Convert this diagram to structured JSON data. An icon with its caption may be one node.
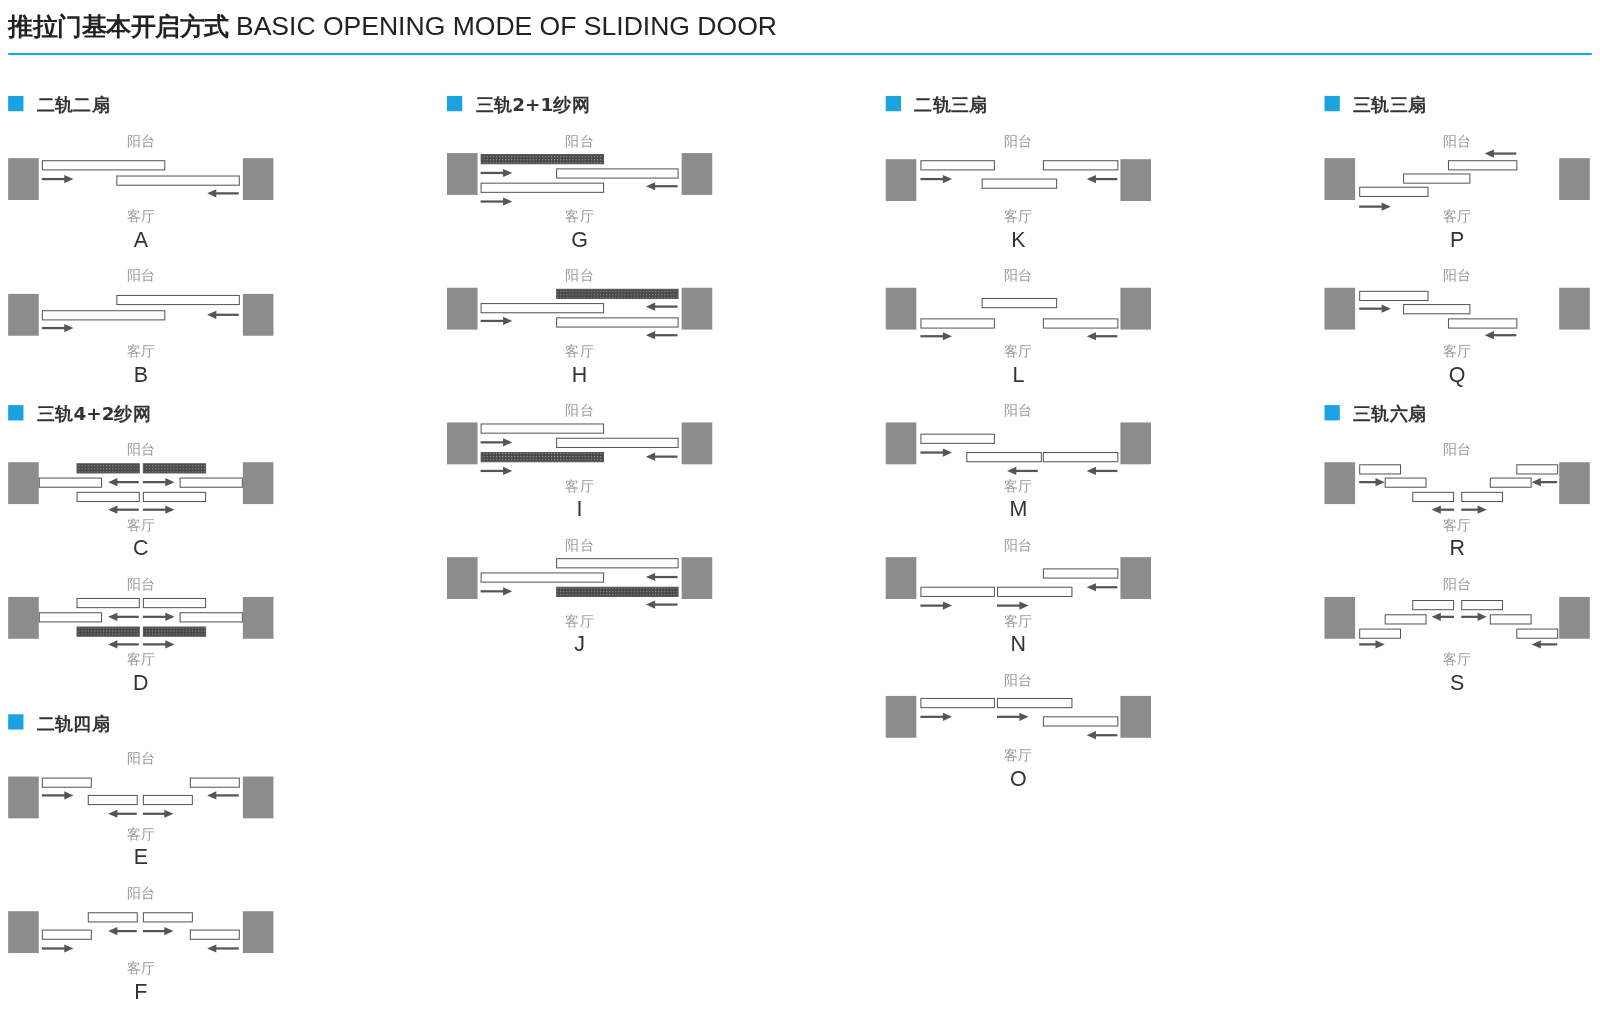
{
  "diagram": {
    "title": "**推拉门基本开启方式** BASIC OPENING MODE OF SLIDING DOOR",
    "labels": [
      "二轨二扇",
      "阳台",
      "客厅",
      "A",
      "阳台",
      "客厅",
      "B",
      "三轨4+2纱网",
      "阳台",
      "客厅",
      "C",
      "阳台",
      "客厅",
      "D",
      "二轨四扇",
      "阳台",
      "客厅",
      "E",
      "阳台",
      "客厅",
      "F",
      "三轨2+1纱网",
      "阳台",
      "客厅",
      "G",
      "阳台",
      "客厅",
      "H",
      "阳台",
      "客厅",
      "I",
      "阳台",
      "客厅",
      "J",
      "二轨三扇",
      "阳台",
      "客厅",
      "K",
      "阳台",
      "客厅",
      "L",
      "阳台",
      "客厅",
      "M",
      "阳台",
      "客厅",
      "N",
      "阳台",
      "客厅",
      "O",
      "三轨三扇",
      "阳台",
      "客厅",
      "P",
      "阳台",
      "客厅",
      "Q",
      "三轨六扇",
      "阳台",
      "客厅",
      "R",
      "阳台",
      "客厅",
      "S"
    ]
  }
}
